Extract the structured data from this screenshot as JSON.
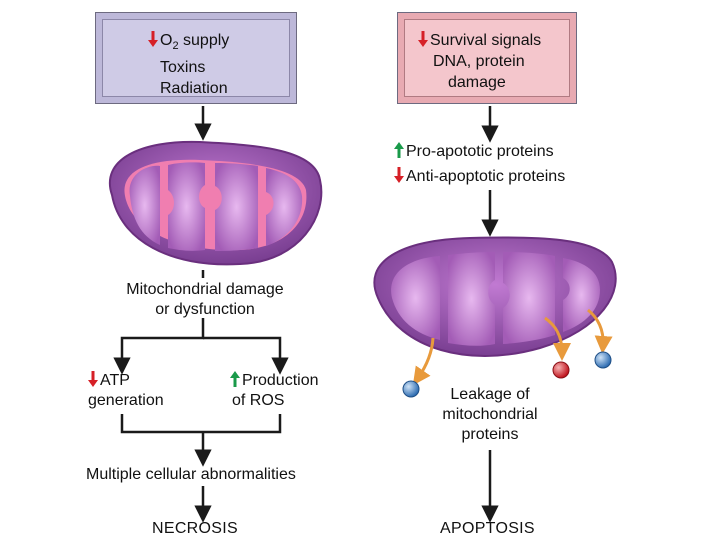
{
  "left": {
    "box": {
      "prefix_symbol": "O",
      "subscript": "2",
      "line1_rest": " supply",
      "line2": "Toxins",
      "line3": "Radiation"
    },
    "damage_label": [
      "Mitochondrial damage",
      "or dysfunction"
    ],
    "atp": [
      "ATP",
      "generation"
    ],
    "ros": [
      "Production",
      "of ROS"
    ],
    "multiple": "Multiple cellular abnormalities",
    "outcome": "NECROSIS"
  },
  "right": {
    "box": {
      "line1": "Survival signals",
      "line2": "DNA, protein",
      "line3": "damage"
    },
    "pro": "Pro-apototic proteins",
    "anti": "Anti-apoptotic proteins",
    "leakage": [
      "Leakage of",
      "mitochondrial",
      "proteins"
    ],
    "outcome": "APOPTOSIS"
  },
  "colors": {
    "down_arrow": "#d62027",
    "up_arrow": "#1a9a4a",
    "mito_outer": "#8a4fa0",
    "mito_inner": "#c98ad6",
    "leak_arrow": "#e89a3c"
  }
}
